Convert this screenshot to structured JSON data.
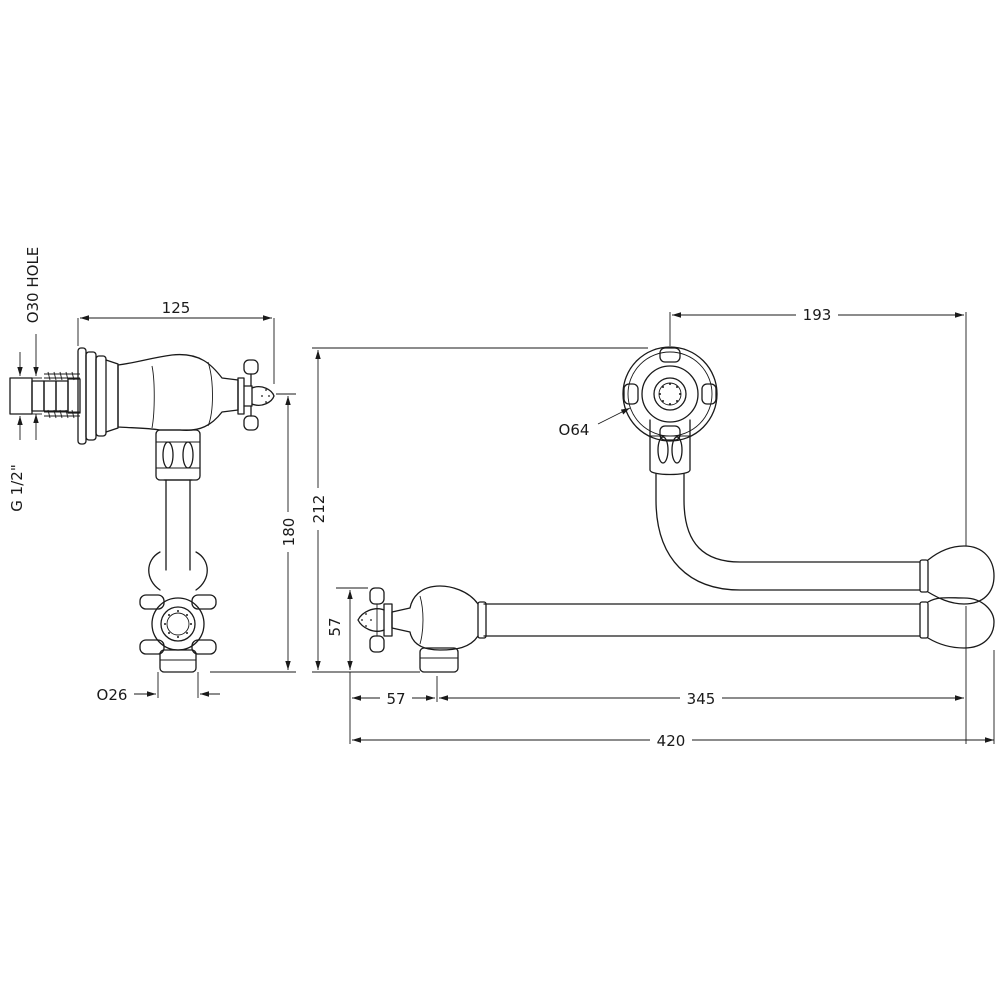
{
  "drawing": {
    "side_view": {
      "hole_label": "O30 HOLE",
      "thread_label": "G 1/2\"",
      "width_label": "125",
      "height_label": "180",
      "outlet_label": "O26"
    },
    "front_view": {
      "flange_label": "O64",
      "arm_reach_label": "193",
      "overall_height_label": "212",
      "handle_height_label": "57",
      "handle_offset_label": "57",
      "spout_length_label": "345",
      "overall_length_label": "420"
    }
  }
}
